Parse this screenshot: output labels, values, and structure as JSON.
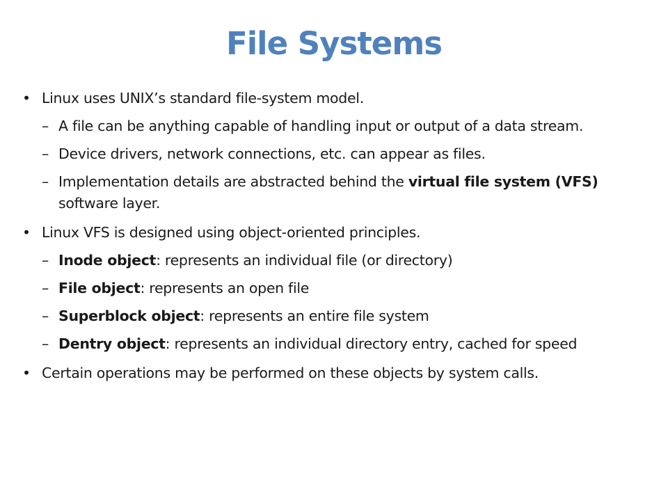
{
  "slide": {
    "title": "File Systems",
    "bullets": [
      {
        "marker": "•",
        "text": "Linux uses UNIX’s standard file-system model.",
        "subs": [
          {
            "marker": "–",
            "bold": "",
            "text": "A file can be anything capable of handling input or output of a data stream.",
            "after": ""
          },
          {
            "marker": "–",
            "bold": "",
            "text": "Device drivers, network connections, etc. can appear as files.",
            "after": ""
          },
          {
            "marker": "–",
            "text": "Implementation details are abstracted behind the ",
            "bold": "virtual file system (VFS)",
            "after": " software layer."
          }
        ]
      },
      {
        "marker": "•",
        "text": "Linux VFS is designed using object-oriented principles.",
        "subs": [
          {
            "marker": "–",
            "bold": "Inode object",
            "text": ": represents an individual file (or directory)"
          },
          {
            "marker": "–",
            "bold": "File object",
            "text": ": represents an open file"
          },
          {
            "marker": "–",
            "bold": "Superblock object",
            "text": ": represents an entire file system"
          },
          {
            "marker": "–",
            "bold": "Dentry object",
            "text": ": represents an individual directory entry, cached for speed"
          }
        ]
      },
      {
        "marker": "•",
        "text": "Certain operations may be performed on these objects by system calls.",
        "subs": []
      }
    ]
  }
}
